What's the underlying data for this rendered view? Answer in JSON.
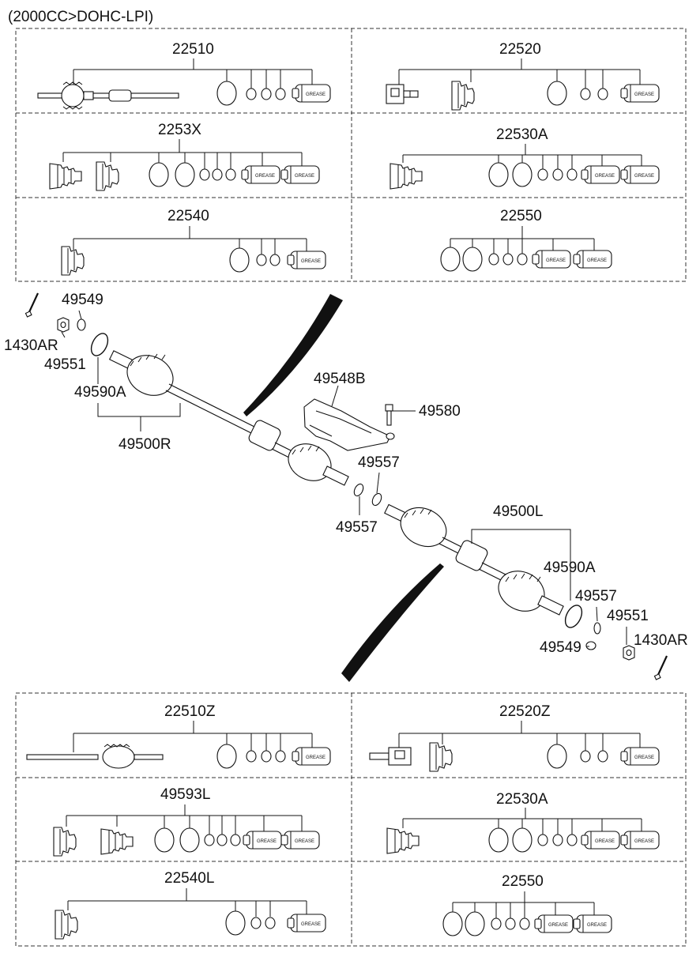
{
  "header": {
    "title": "(2000CC>DOHC-LPI)"
  },
  "kits": {
    "top": [
      {
        "label": "22510"
      },
      {
        "label": "22520"
      },
      {
        "label": "2253X"
      },
      {
        "label": "22530A"
      },
      {
        "label": "22540"
      },
      {
        "label": "22550"
      }
    ],
    "bottom": [
      {
        "label": "22510Z"
      },
      {
        "label": "22520Z"
      },
      {
        "label": "49593L"
      },
      {
        "label": "22530A"
      },
      {
        "label": "22540L"
      },
      {
        "label": "22550"
      }
    ]
  },
  "grease_text": "GREASE",
  "callouts": {
    "r_bolt": "1430AR",
    "r_nut": "49549",
    "r_washer": "49551",
    "r_ring": "49590A",
    "r_shaft": "49500R",
    "bracket": "49548B",
    "bracket_bolt": "49580",
    "clip_upper": "49557",
    "clip_lower": "49557",
    "l_shaft": "49500L",
    "l_ring": "49590A",
    "l_clip": "49557",
    "l_washer": "49551",
    "l_nut": "49549",
    "l_bolt": "1430AR"
  }
}
